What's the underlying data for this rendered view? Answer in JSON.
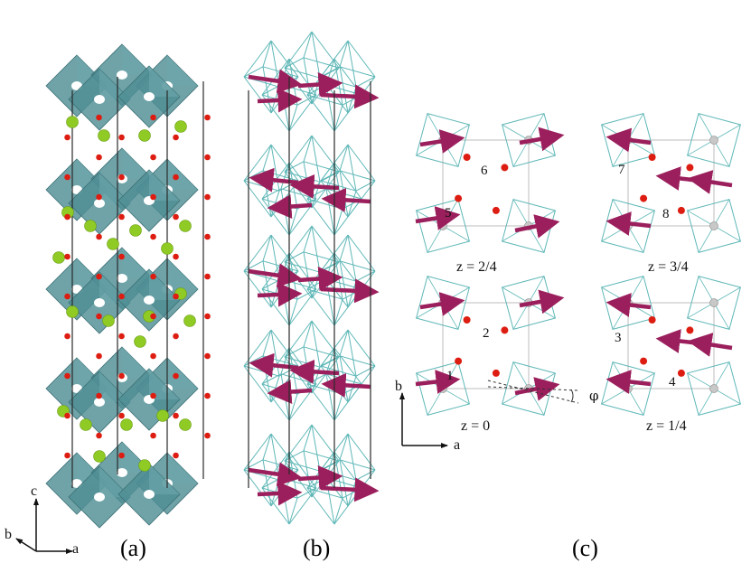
{
  "panels": {
    "a": "(a)",
    "b": "(b)",
    "c": "(c)"
  },
  "axes_a": {
    "c": "c",
    "b": "b",
    "a": "a"
  },
  "axes_c": {
    "b": "b",
    "a": "a"
  },
  "layers": {
    "z0": "z = 0",
    "z1_4": "z = 1/4",
    "z2_4": "z = 2/4",
    "z3_4": "z = 3/4"
  },
  "site_numbers": [
    "1",
    "2",
    "3",
    "4",
    "5",
    "6",
    "7",
    "8"
  ],
  "angle_symbol": "φ",
  "colors": {
    "octahedron_fill": "#4f8f95",
    "octahedron_edge": "#5fb7b7",
    "moment_arrow": "#9b1f5c",
    "oxygen": "#dd1d12",
    "cation": "#8fcb24",
    "cell_edge": "#2a2a2a",
    "layer_cell": "#bdbdbd"
  }
}
